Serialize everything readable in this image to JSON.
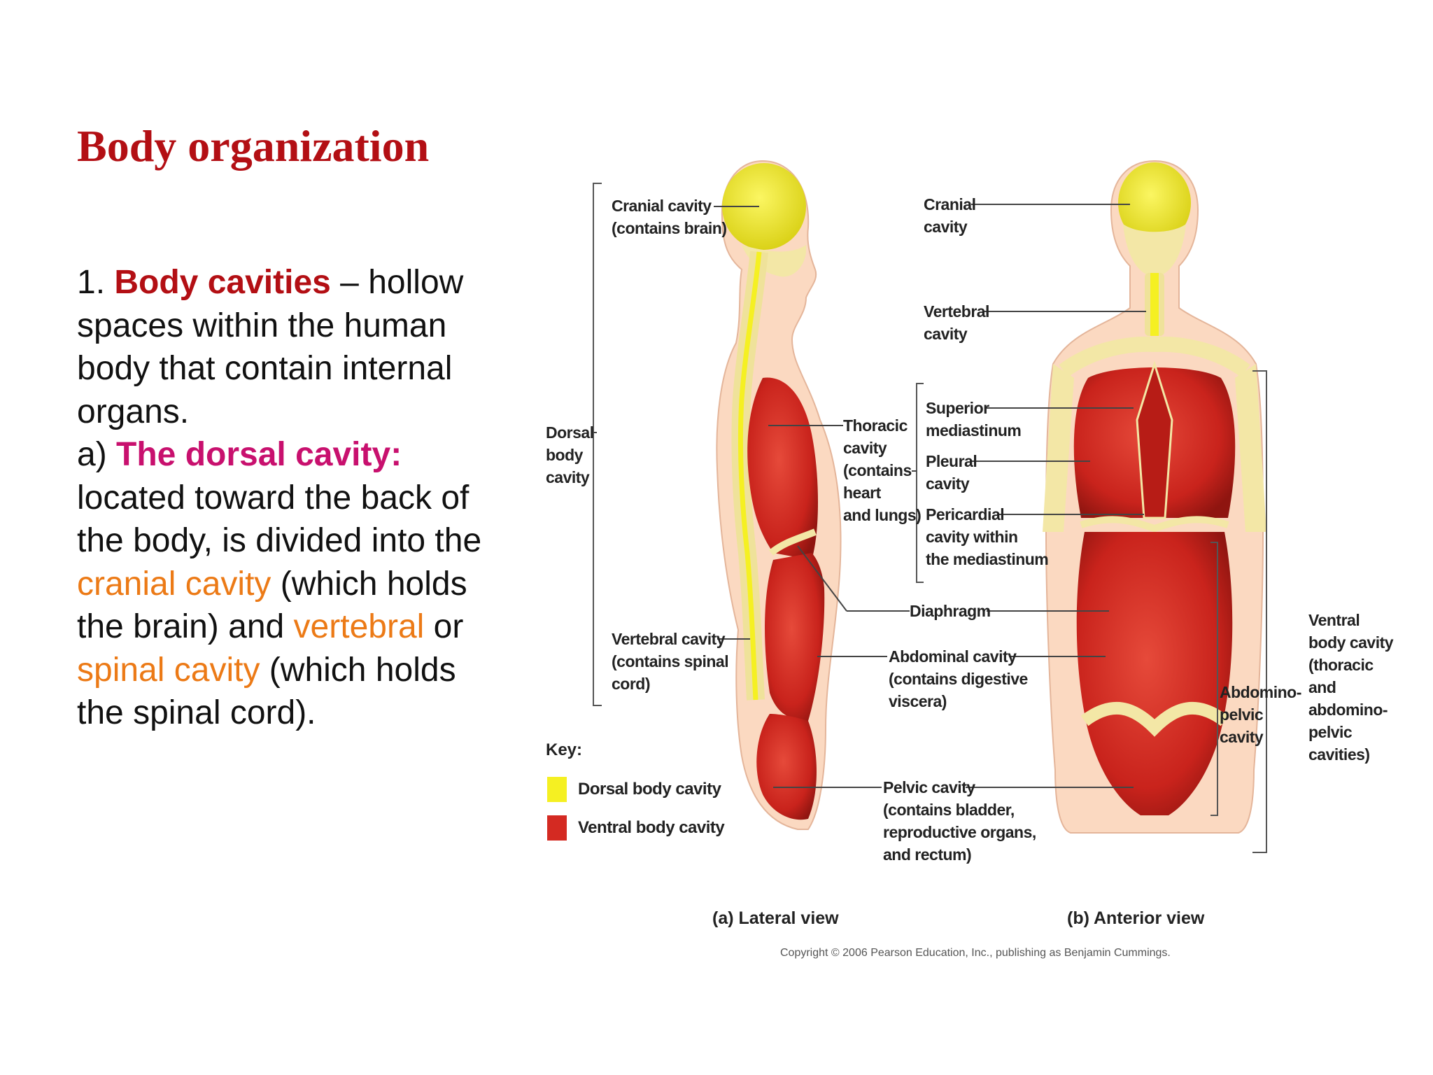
{
  "title": "Body organization",
  "paragraph": {
    "num": "1.",
    "term": "Body cavities",
    "dash": " –",
    "definition": "hollow spaces within the human body that contain internal organs.",
    "sub_prefix": "a)",
    "subterm": "The dorsal cavity:",
    "text1": "located toward the back of the body, is divided into the",
    "cranial": "cranial cavity",
    "text2": "(which holds the brain) and",
    "vertebral": "vertebral",
    "or": "or",
    "spinal": "spinal cavity",
    "text3": "(which holds the spinal cord)."
  },
  "figure": {
    "labels": {
      "cranial_lat": [
        "Cranial cavity",
        "(contains brain)"
      ],
      "dorsal": [
        "Dorsal",
        "body",
        "cavity"
      ],
      "vertebral_lat": [
        "Vertebral cavity",
        "(contains spinal",
        "cord)"
      ],
      "thoracic": [
        "Thoracic",
        "cavity",
        "(contains",
        "heart",
        "and lungs)"
      ],
      "diaphragm": [
        "Diaphragm"
      ],
      "abdominal": [
        "Abdominal cavity",
        "(contains digestive",
        "viscera)"
      ],
      "pelvic": [
        "Pelvic cavity",
        "(contains bladder,",
        "reproductive organs,",
        "and rectum)"
      ],
      "cranial_ant": [
        "Cranial",
        "cavity"
      ],
      "vertebral_ant": [
        "Vertebral",
        "cavity"
      ],
      "superior": [
        "Superior",
        "mediastinum"
      ],
      "pleural": [
        "Pleural",
        "cavity"
      ],
      "pericardial": [
        "Pericardial",
        "cavity within",
        "the mediastinum"
      ],
      "abdominopelvic": [
        "Abdomino-",
        "pelvic",
        "cavity"
      ],
      "ventral": [
        "Ventral",
        "body cavity",
        "(thoracic",
        "and",
        "abdomino-",
        "pelvic",
        "cavities)"
      ]
    },
    "key_title": "Key:",
    "key_items": [
      {
        "label": "Dorsal body cavity",
        "color": "#f5f022"
      },
      {
        "label": "Ventral body cavity",
        "color": "#d42a22"
      }
    ],
    "view_lateral": "(a) Lateral view",
    "view_anterior": "(b) Anterior view",
    "copyright": "Copyright © 2006 Pearson Education, Inc., publishing as Benjamin Cummings."
  },
  "colors": {
    "title": "#b30f14",
    "term": "#b30f14",
    "subterm": "#c8106e",
    "highlight": "#ec7a16",
    "skin": "#fbd9c1",
    "bone": "#f3e7a6",
    "dorsal": "#f5f022",
    "ventral": "#d42a22"
  }
}
